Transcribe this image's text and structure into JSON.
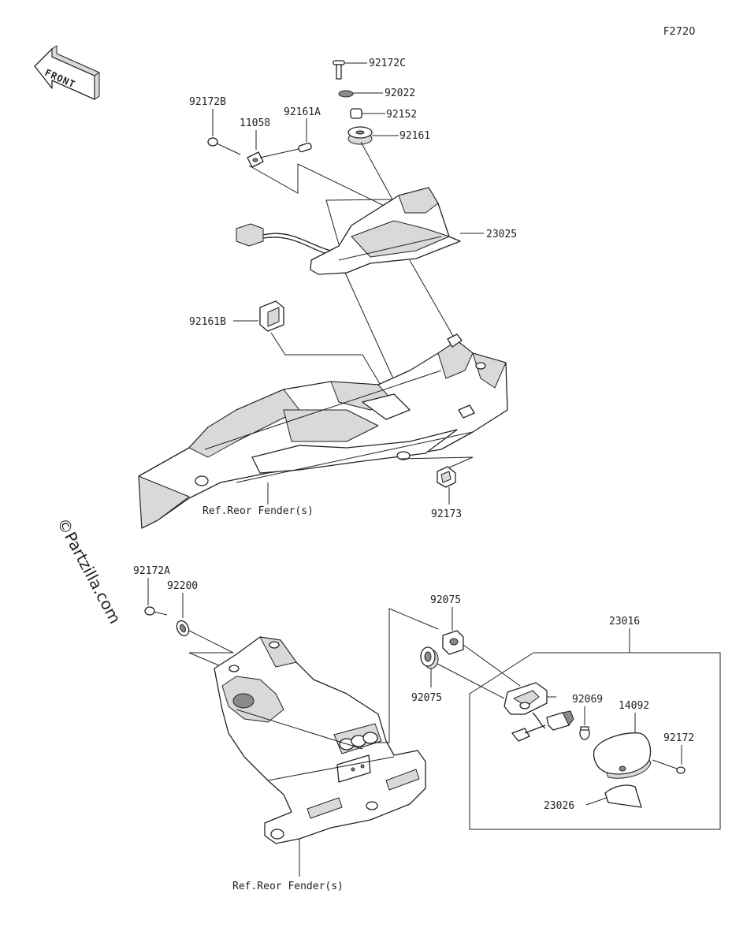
{
  "diagram": {
    "code": "F2720",
    "watermark": "©Partzilla.com",
    "front_label": "FRONT",
    "parts": {
      "p92172C": "92172C",
      "p92022": "92022",
      "p92152": "92152",
      "p92161": "92161",
      "p92172B": "92172B",
      "p11058": "11058",
      "p92161A": "92161A",
      "p23025": "23025",
      "p92161B": "92161B",
      "p92173": "92173",
      "p92172A": "92172A",
      "p92200": "92200",
      "p92075_top": "92075",
      "p92075_bottom": "92075",
      "p23016": "23016",
      "p92069": "92069",
      "p14092": "14092",
      "p92172": "92172",
      "p23026": "23026"
    },
    "refs": {
      "rear_fender_top": "Ref.Reor Fender(s)",
      "rear_fender_bottom": "Ref.Reor Fender(s)"
    }
  }
}
